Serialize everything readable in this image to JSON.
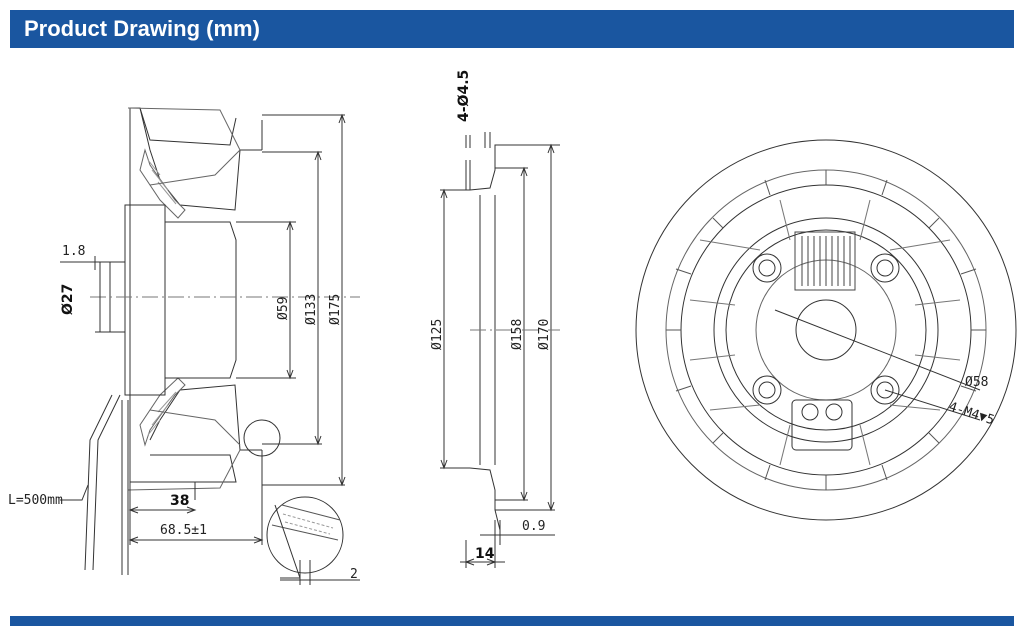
{
  "header": {
    "title": "Product Drawing (mm)"
  },
  "colors": {
    "header_bar": "#1a56a0",
    "line": "#333333",
    "hatch": "#999999"
  },
  "side_view": {
    "dims": {
      "gap": "1.8",
      "shaft_dia": "Ø27",
      "motor_dia": "Ø59",
      "inlet_dia": "Ø133",
      "outer_dia": "Ø175",
      "motor_len": "38",
      "total_len": "68.5±1",
      "cable": "L=500mm",
      "detail_gap": "2"
    }
  },
  "section_view": {
    "dims": {
      "holes": "4-Ø4.5",
      "bolt_circle": "Ø125",
      "inlet_dia": "Ø158",
      "flange_dia": "Ø170",
      "thickness": "0.9",
      "height": "14"
    }
  },
  "front_view": {
    "dims": {
      "hub_dia": "Ø58",
      "mount_holes": "4-M4▼5"
    }
  }
}
